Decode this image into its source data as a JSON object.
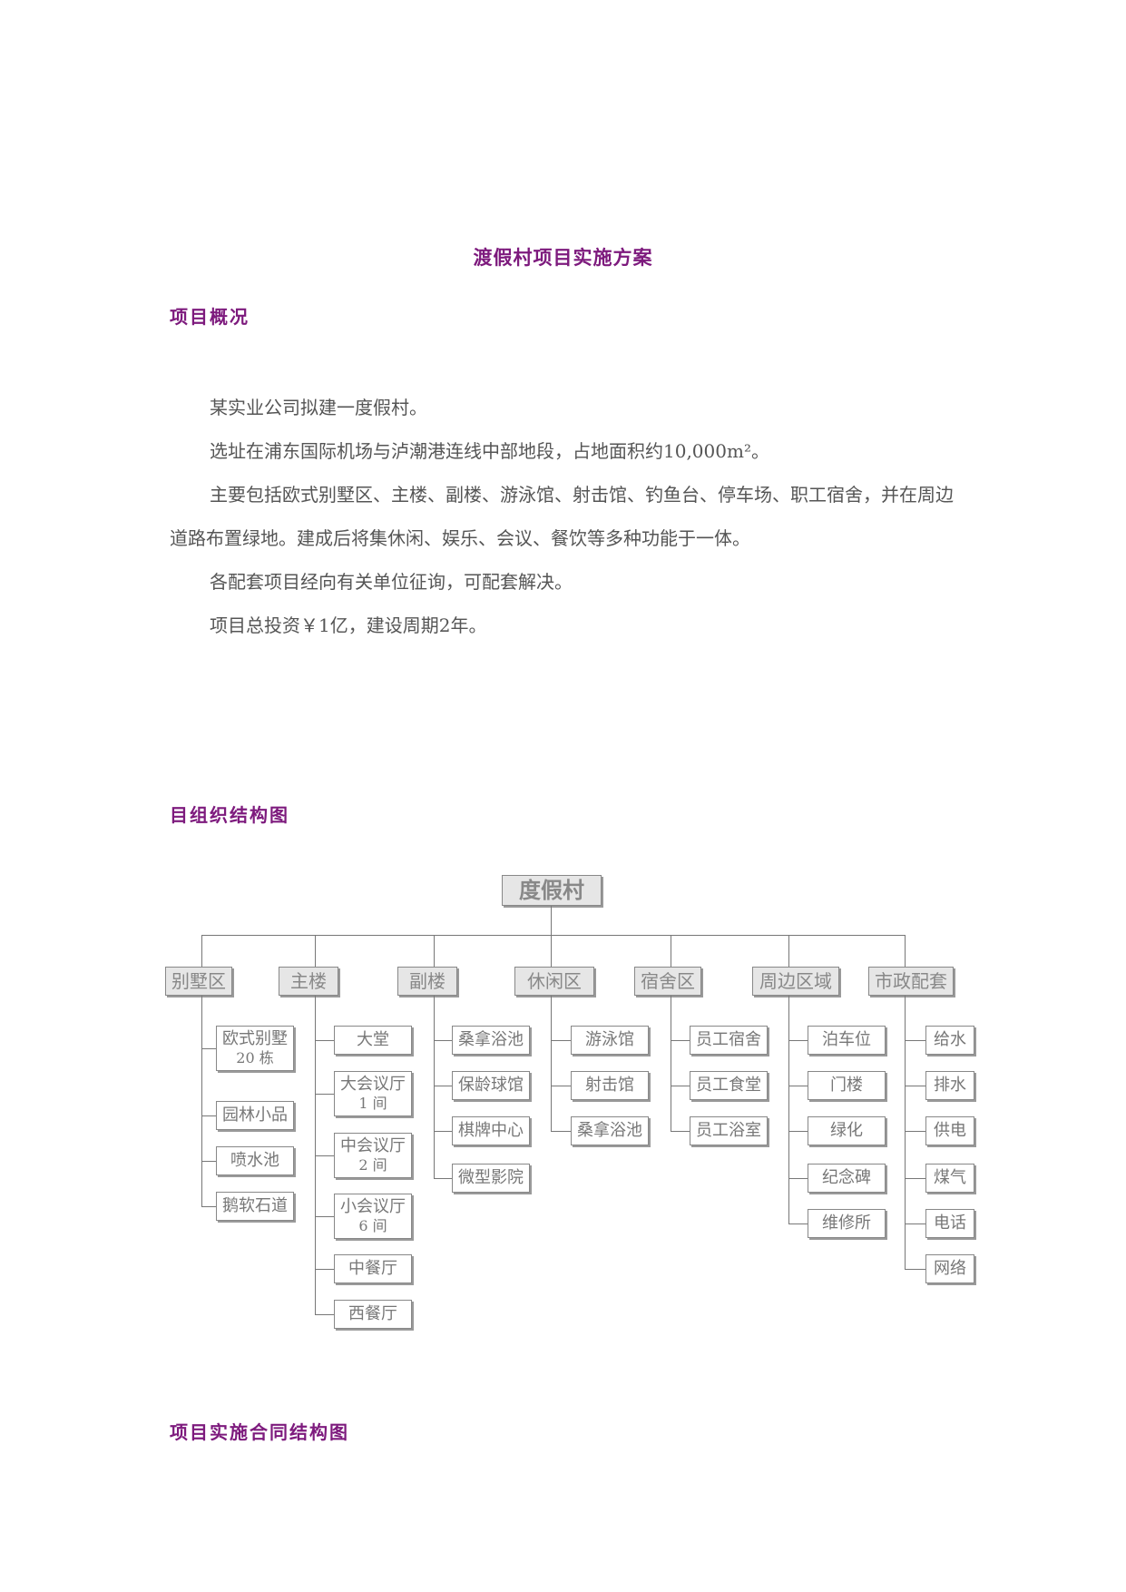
{
  "doc": {
    "title": "渡假村项目实施方案",
    "section1": "项目概况",
    "paragraphs": [
      "某实业公司拟建一度假村。",
      "选址在浦东国际机场与泸潮港连线中部地段，占地面积约10,000m²。",
      "主要包括欧式别墅区、主楼、副楼、游泳馆、射击馆、钓鱼台、停车场、职工宿舍，并在周边道路布置绿地。建成后将集休闲、娱乐、会议、餐饮等多种功能于一体。",
      "各配套项目经向有关单位征询，可配套解决。",
      "项目总投资￥1亿，建设周期2年。"
    ],
    "section2": "目组织结构图",
    "section3": "项目实施合同结构图"
  },
  "org": {
    "root": "度假村",
    "categories": [
      {
        "label": "别墅区",
        "items": [
          [
            "欧式别墅",
            "20 栋"
          ],
          [
            "园林小品"
          ],
          [
            "喷水池"
          ],
          [
            "鹅软石道"
          ]
        ]
      },
      {
        "label": "主楼",
        "items": [
          [
            "大堂"
          ],
          [
            "大会议厅",
            "1 间"
          ],
          [
            "中会议厅",
            "2 间"
          ],
          [
            "小会议厅",
            "6 间"
          ],
          [
            "中餐厅"
          ],
          [
            "西餐厅"
          ]
        ]
      },
      {
        "label": "副楼",
        "items": [
          [
            "桑拿浴池"
          ],
          [
            "保龄球馆"
          ],
          [
            "棋牌中心"
          ],
          [
            "微型影院"
          ]
        ]
      },
      {
        "label": "休闲区",
        "items": [
          [
            "游泳馆"
          ],
          [
            "射击馆"
          ],
          [
            "桑拿浴池"
          ]
        ]
      },
      {
        "label": "宿舍区",
        "items": [
          [
            "员工宿舍"
          ],
          [
            "员工食堂"
          ],
          [
            "员工浴室"
          ]
        ]
      },
      {
        "label": "周边区域",
        "items": [
          [
            "泊车位"
          ],
          [
            "门楼"
          ],
          [
            "绿化"
          ],
          [
            "纪念碑"
          ],
          [
            "维修所"
          ]
        ]
      },
      {
        "label": "市政配套",
        "items": [
          [
            "给水"
          ],
          [
            "排水"
          ],
          [
            "供电"
          ],
          [
            "煤气"
          ],
          [
            "电话"
          ],
          [
            "网络"
          ]
        ]
      }
    ]
  }
}
